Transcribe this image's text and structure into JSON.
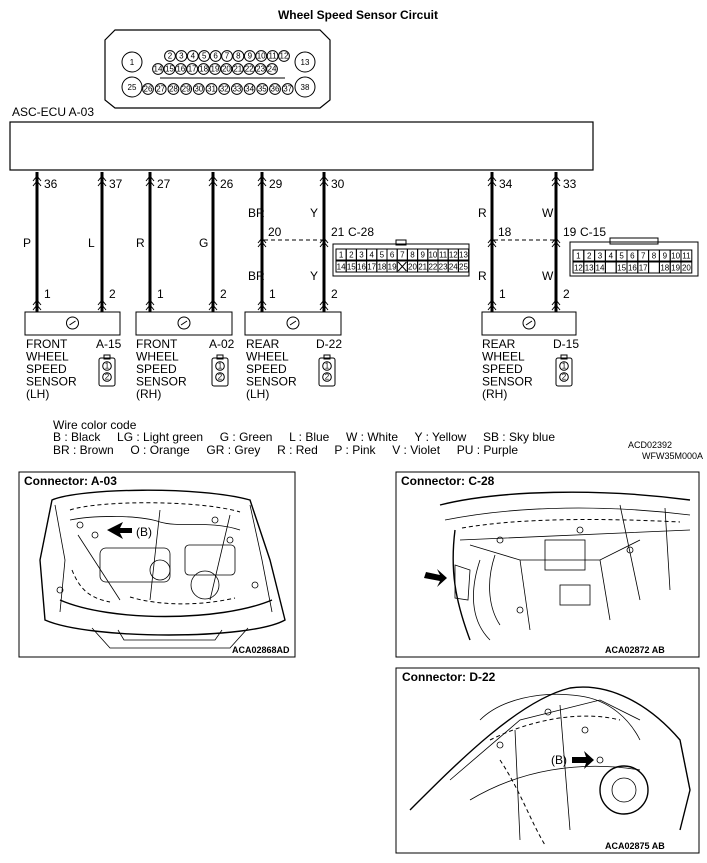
{
  "title": "Wheel Speed Sensor Circuit",
  "ecu": {
    "label": "ASC-ECU A-03",
    "pins_row1": [
      "2",
      "3",
      "4",
      "5",
      "6",
      "7",
      "8",
      "9",
      "10",
      "11",
      "12"
    ],
    "pins_row2": [
      "14",
      "15",
      "16",
      "17",
      "18",
      "19",
      "20",
      "21",
      "22",
      "23",
      "24"
    ],
    "pins_row3": [
      "26",
      "27",
      "28",
      "29",
      "30",
      "31",
      "32",
      "33",
      "34",
      "35",
      "36",
      "37"
    ],
    "pin_left_top": "1",
    "pin_right_top": "13",
    "pin_left_bottom": "25",
    "pin_right_bottom": "38"
  },
  "circuits": [
    {
      "id": "flh",
      "pin_a": "36",
      "pin_b": "37",
      "wire_a": "P",
      "wire_b": "L",
      "sensor_pin_a": "1",
      "sensor_pin_b": "2",
      "name": [
        "FRONT",
        "WHEEL",
        "SPEED",
        "SENSOR",
        "(LH)"
      ],
      "connector": "A-15"
    },
    {
      "id": "frh",
      "pin_a": "27",
      "pin_b": "26",
      "wire_a": "R",
      "wire_b": "G",
      "sensor_pin_a": "1",
      "sensor_pin_b": "2",
      "name": [
        "FRONT",
        "WHEEL",
        "SPEED",
        "SENSOR",
        "(RH)"
      ],
      "connector": "A-02"
    },
    {
      "id": "rlh",
      "pin_a": "29",
      "pin_b": "30",
      "wire_a_top": "BR",
      "wire_b_top": "Y",
      "junction_a": "20",
      "junction_b": "21",
      "junction_connector": "C-28",
      "wire_a": "BR",
      "wire_b": "Y",
      "sensor_pin_a": "1",
      "sensor_pin_b": "2",
      "name": [
        "REAR",
        "WHEEL",
        "SPEED",
        "SENSOR",
        "(LH)"
      ],
      "connector": "D-22"
    },
    {
      "id": "rrh",
      "pin_a": "34",
      "pin_b": "33",
      "wire_a_top": "R",
      "wire_b_top": "W",
      "junction_a": "18",
      "junction_b": "19",
      "junction_connector": "C-15",
      "wire_a": "R",
      "wire_b": "W",
      "sensor_pin_a": "1",
      "sensor_pin_b": "2",
      "name": [
        "REAR",
        "WHEEL",
        "SPEED",
        "SENSOR",
        "(RH)"
      ],
      "connector": "D-15"
    }
  ],
  "sensor_conn_pins": [
    "1",
    "2"
  ],
  "c28": {
    "row1": [
      "1",
      "2",
      "3",
      "4",
      "5",
      "6",
      "7",
      "8",
      "9",
      "10",
      "11",
      "12",
      "13"
    ],
    "row2": [
      "14",
      "15",
      "16",
      "17",
      "18",
      "19",
      "",
      "20",
      "21",
      "22",
      "23",
      "24",
      "25"
    ]
  },
  "c15": {
    "row1": [
      "1",
      "2",
      "3",
      "4",
      "5",
      "6",
      "7",
      "8",
      "9",
      "10",
      "11"
    ],
    "row2": [
      "12",
      "13",
      "14",
      "",
      "15",
      "16",
      "17",
      "",
      "18",
      "19",
      "20"
    ]
  },
  "legend": {
    "heading": "Wire color code",
    "line1": "B : Black     LG : Light green     G : Green     L : Blue     W : White     Y : Yellow     SB : Sky blue",
    "line2": "BR : Brown     O : Orange     GR : Grey     R : Red     P : Pink     V : Violet     PU : Purple"
  },
  "ref_codes": {
    "code1": "ACD02392",
    "code2": "WFW35M000A"
  },
  "panels": {
    "a03": {
      "title": "Connector: A-03",
      "callout": "(B)",
      "code": "ACA02868AD"
    },
    "c28": {
      "title": "Connector: C-28",
      "code": "ACA02872 AB"
    },
    "d22": {
      "title": "Connector: D-22",
      "callout": "(B)",
      "code": "ACA02875 AB"
    }
  }
}
